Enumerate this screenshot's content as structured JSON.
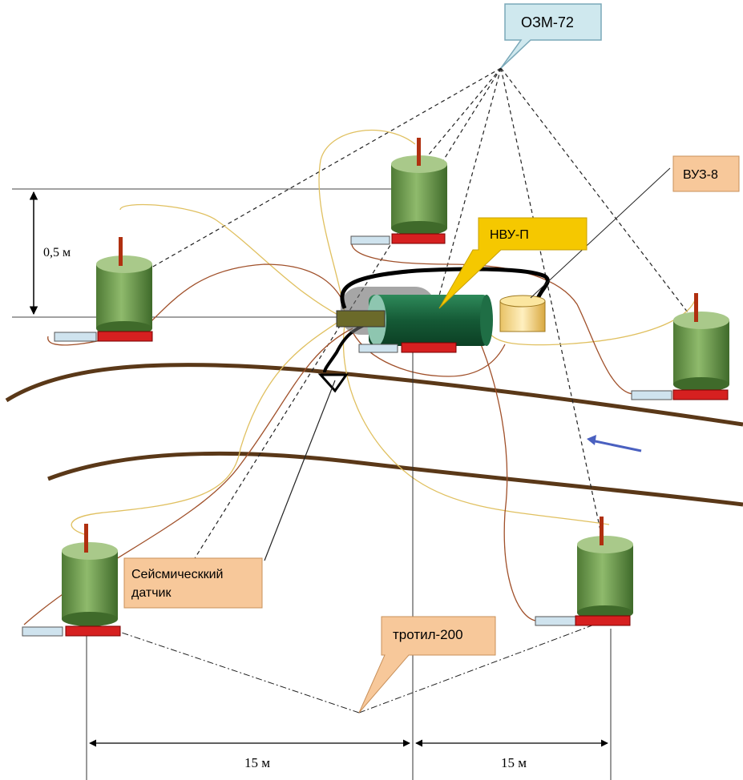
{
  "callouts": {
    "ozm": "ОЗМ-72",
    "vuz": "ВУЗ-8",
    "nvu": "НВУ-П",
    "seismic_line1": "Сейсмическкий",
    "seismic_line2": "датчик",
    "trotyl": "тротил-200"
  },
  "dimensions": {
    "height": "0,5 м",
    "span_left": "15 м",
    "span_right": "15 м"
  },
  "colors": {
    "mine_body": "#6f9b4e",
    "mine_top": "#a9c98a",
    "trotyl_block": "#d62020",
    "detonator": "#cfe3ee",
    "callout_blue": "#cfe8ee",
    "callout_orange": "#f7c89a",
    "callout_yellow": "#f5c800",
    "road": "#5a3818",
    "arrow": "#4a60c0",
    "nvu_body": "#1f6e45",
    "vuz_body": "#f2d58a"
  }
}
